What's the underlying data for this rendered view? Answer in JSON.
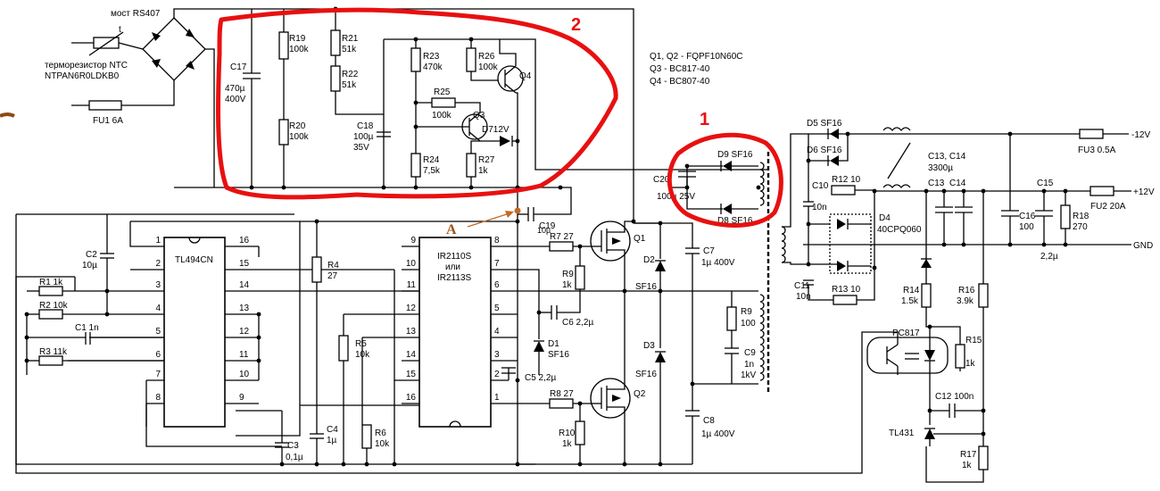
{
  "annotations": {
    "zone1": "1",
    "zone2": "2",
    "pointA": "A",
    "colors": {
      "marker": "#e81010",
      "pointer": "#a0521a"
    }
  },
  "labels": {
    "bridge": "мост RS407",
    "thermistor_line1": "терморезистор NTC",
    "thermistor_line2": "NTPAN6R0LDKB0",
    "thermistor_t": "t",
    "fu1": "FU1 6A",
    "c17": "C17",
    "c17_v1": "470µ",
    "c17_v2": "400V",
    "r19": "R19",
    "r19_v": "100k",
    "r20": "R20",
    "r20_v": "100k",
    "r21": "R21",
    "r21_v": "51k",
    "r22": "R22",
    "r22_v": "51k",
    "c18": "C18",
    "c18_v1": "100µ",
    "c18_v2": "35V",
    "r23": "R23",
    "r23_v": "470k",
    "r25": "R25",
    "r25_v": "100k",
    "r24": "R24",
    "r24_v": "7,5k",
    "r26": "R26",
    "r26_v": "100k",
    "q3": "Q3",
    "q4": "Q4",
    "d712": "D712V",
    "r27": "R27",
    "r27_v": "1k",
    "note1": "Q1, Q2 - FQPF10N60C",
    "note2": "Q3 - BC817-40",
    "note3": "Q4 - BC807-40",
    "d9": "D9 SF16",
    "d8": "D8 SF16",
    "c20": "C20",
    "c20_v": "100µ 25V",
    "c19": "C19",
    "c19_v": "10µ",
    "d5": "D5 SF16",
    "d6": "D6 SF16",
    "c10": "C10",
    "c10_v": "10n",
    "r12": "R12 10",
    "d4": "D4",
    "d4_v": "40CPQ060",
    "c11": "C11",
    "c11_v": "10n",
    "r13": "R13 10",
    "c13c14": "C13, C14",
    "c13c14_v": "3300µ",
    "c13": "C13",
    "c14": "C14",
    "c15": "C15",
    "c16": "C16",
    "c16_v": "100",
    "r18": "R18",
    "r18_v": "270",
    "c15_v": "2,2µ",
    "fu3": "FU3 0.5A",
    "fu2": "FU2 20A",
    "out_neg12": "-12V",
    "out_pos12": "+12V",
    "out_gnd": "GND",
    "r14": "R14",
    "r14_v": "1.5k",
    "r16": "R16",
    "r16_v": "3.9k",
    "pc817": "PC817",
    "r15": "R15",
    "r15_v": "1k",
    "c12": "C12 100n",
    "tl431": "TL431",
    "r17": "R17",
    "r17_v": "1k",
    "tl494": "TL494CN",
    "c2": "C2",
    "c2_v": "10µ",
    "r1": "R1 1k",
    "r2": "R2 10k",
    "c1": "C1 1n",
    "r3": "R3 11k",
    "r4": "R4",
    "r4_v": "27",
    "r5": "R5",
    "r5_v": "10k",
    "r6": "R6",
    "r6_v": "10k",
    "c4": "C4",
    "c4_v": "1µ",
    "c3": "C3",
    "c3_v": "0,1µ",
    "ir_line1": "IR2110S",
    "ir_line2": "или",
    "ir_line3": "IR2113S",
    "r7": "R7 27",
    "r8": "R8 27",
    "r9a": "R9",
    "r9a_v": "1k",
    "r10": "R10",
    "r10_v": "1k",
    "c6": "C6 2,2µ",
    "c5": "C5 2,2µ",
    "d1": "D1",
    "d1_v": "SF16",
    "q1": "Q1",
    "q2": "Q2",
    "d2": "D2",
    "d2_v": "SF16",
    "d3": "D3",
    "d3_v": "SF16",
    "c7": "C7",
    "c7_v": "1µ 400V",
    "c8": "C8",
    "c8_v": "1µ 400V",
    "r9b": "R9",
    "r9b_v": "100",
    "c9": "C9",
    "c9_v1": "1n",
    "c9_v2": "1kV"
  },
  "tl494_pins_left": [
    "1",
    "2",
    "3",
    "4",
    "5",
    "6",
    "7",
    "8"
  ],
  "tl494_pins_right": [
    "16",
    "15",
    "14",
    "13",
    "12",
    "11",
    "10",
    "9"
  ],
  "ir_pins_left": [
    "9",
    "10",
    "11",
    "12",
    "13",
    "14",
    "15",
    "16"
  ],
  "ir_pins_right": [
    "8",
    "7",
    "6",
    "5",
    "4",
    "3",
    "2",
    "1"
  ]
}
